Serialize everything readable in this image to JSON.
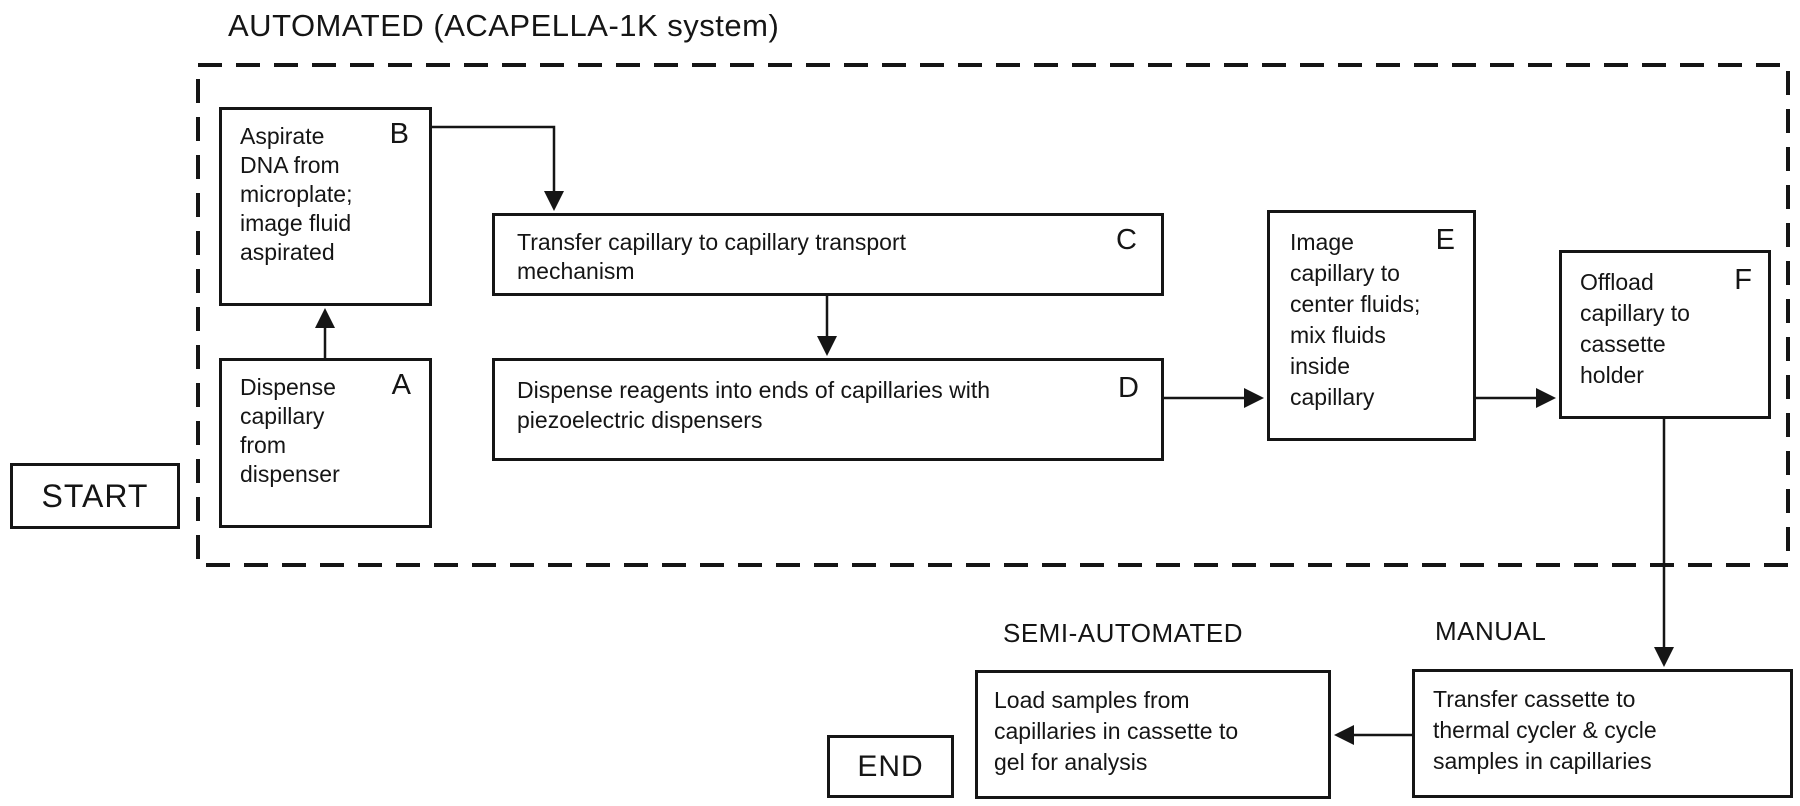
{
  "title": "AUTOMATED (ACAPELLA-1K system)",
  "section_labels": {
    "semi_automated": "SEMI-AUTOMATED",
    "manual": "MANUAL"
  },
  "terminals": {
    "start": "START",
    "end": "END"
  },
  "steps": {
    "a": {
      "label": "A",
      "lines": [
        "Dispense",
        "capillary",
        "from",
        "dispenser"
      ]
    },
    "b": {
      "label": "B",
      "lines": [
        "Aspirate",
        "DNA from",
        "microplate;",
        "image fluid",
        "aspirated"
      ]
    },
    "c": {
      "label": "C",
      "lines": [
        "Transfer capillary to capillary transport",
        "mechanism"
      ]
    },
    "d": {
      "label": "D",
      "lines": [
        "Dispense reagents into ends of capillaries with",
        "piezoelectric dispensers"
      ]
    },
    "e": {
      "label": "E",
      "lines": [
        "Image",
        "capillary to",
        "center fluids;",
        "mix fluids",
        "inside",
        "capillary"
      ]
    },
    "f": {
      "label": "F",
      "lines": [
        "Offload",
        "capillary to",
        "cassette",
        "holder"
      ]
    },
    "load_samples": {
      "lines": [
        "Load samples from",
        "capillaries in cassette to",
        "gel for analysis"
      ]
    },
    "transfer_cassette": {
      "lines": [
        "Transfer cassette to",
        "thermal cycler & cycle",
        "samples in capillaries"
      ]
    }
  },
  "flow": [
    "A -> B",
    "B -> C",
    "C -> D",
    "D -> E",
    "E -> F",
    "F -> Transfer cassette (MANUAL)",
    "Transfer cassette -> Load samples (SEMI-AUTOMATED)"
  ],
  "colors": {
    "ink": "#151515",
    "background": "#ffffff"
  }
}
